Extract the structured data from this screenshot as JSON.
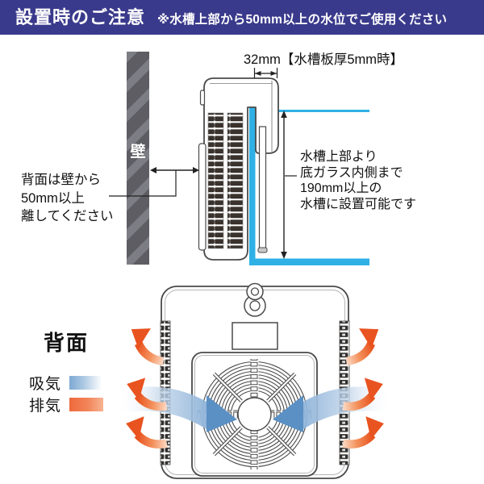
{
  "header": {
    "title": "設置時のご注意",
    "note": "※水槽上部から50mm以上の水位でご使用ください"
  },
  "top_diagram": {
    "width_label": "32mm【水槽板厚5mm時】",
    "wall_label": "壁",
    "wall_note": "背面は壁から\n50mm以上\n離してください",
    "depth_note": "水槽上部より\n底ガラス内側まで\n190mm以上の\n水槽に設置可能です"
  },
  "back_diagram": {
    "title": "背面",
    "legend": {
      "intake_label": "吸気",
      "exhaust_label": "排気"
    }
  },
  "colors": {
    "header_bg": "#3a3a8c",
    "water": "#2fb1e5",
    "intake": "#7fa9d4",
    "exhaust": "#ee6a3c",
    "wall_dark": "#5d5d63",
    "wall_light": "#7d7d85",
    "outline": "#4a4a4a"
  }
}
